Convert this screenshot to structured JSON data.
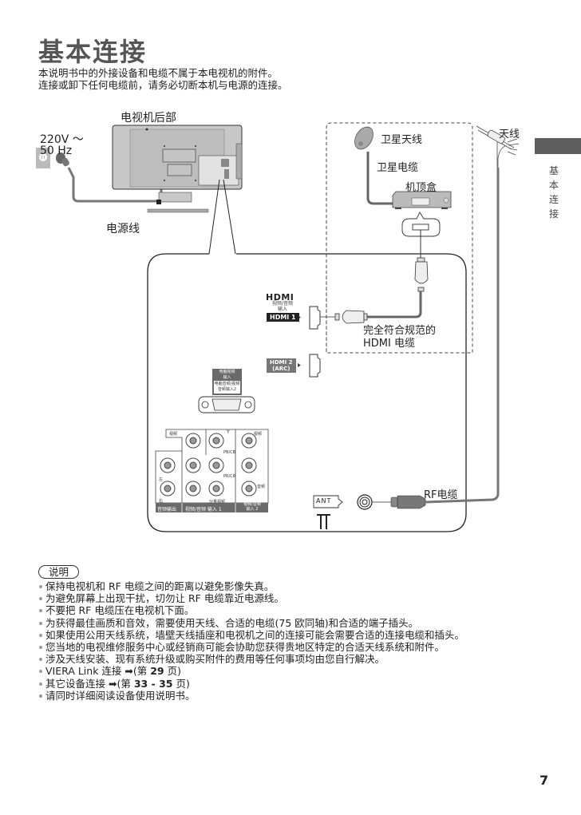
{
  "page": {
    "title": "基本连接",
    "intro": [
      "本说明书中的外接设备和电缆不属于本电视机的附件。",
      "连接或卸下任何电缆前，请务必切断本机与电源的连接。"
    ],
    "page_number": "7"
  },
  "sidebar": {
    "section_label": "基本连接",
    "accent_color": "#5e5e5e"
  },
  "diagram": {
    "tv_rear_label": "电视机后部",
    "power_spec_line1": "220V ～",
    "power_spec_line2": "50 Hz",
    "power_cord_label": "电源线",
    "satellite_antenna_label": "卫星天线",
    "satellite_cable_label": "卫星电缆",
    "settop_box_label": "机顶盒",
    "antenna_label": "天线",
    "hdmi_cable_label_line1": "完全符合规范的",
    "hdmi_cable_label_line2": "HDMI 电缆",
    "rf_cable_label": "RF电缆",
    "hdmi_logo": "HDMI",
    "hdmi_input_caption_line1": "视频/音频",
    "hdmi_input_caption_line2": "输入",
    "hdmi1_label": "HDMI 1",
    "hdmi2_label_line1": "HDMI 2",
    "hdmi2_label_line2": "(ARC)",
    "pc_input_label_line1": "电脑视频",
    "pc_input_label_line2": "输入",
    "pc_audio_label_line1": "电脑音频/视频",
    "pc_audio_label_line2": "音频输入2",
    "ant_label": "ANT",
    "rca": {
      "video_left": "视频",
      "video_right": "视频",
      "y": "Y",
      "pb": "PB/CB",
      "pr": "PR/CR",
      "left": "左",
      "right": "右",
      "audio": "音频",
      "component": "分量视频",
      "audio_out": "音频输出",
      "av_in1": "视频/音频 输入 1",
      "av_in2_line1": "视频/音频",
      "av_in2_line2": "输入 2"
    },
    "colors": {
      "line": "#333333",
      "cable_grey": "#777777",
      "panel_grey": "#6a6a6a"
    }
  },
  "notes": {
    "tag": "说明",
    "items": [
      {
        "text": "保持电视机和 RF 电缆之间的距离以避免影像失真。"
      },
      {
        "text": "为避免屏幕上出现干扰，切勿让 RF 电缆靠近电源线。"
      },
      {
        "text": "不要把 RF 电缆压在电视机下面。"
      },
      {
        "text": "为获得最佳画质和音效，需要使用天线、合适的电缆(75 欧同轴)和合适的端子插头。"
      },
      {
        "text": "如果使用公用天线系统，墙壁天线插座和电视机之间的连接可能会需要合适的连接电缆和插头。"
      },
      {
        "text": "您当地的电视维修服务中心或经销商可能会协助您获得贵地区特定的合适天线系统和附件。"
      },
      {
        "text": "涉及天线安装、现有系统升级或购买附件的费用等任何事项均由您自行解决。"
      },
      {
        "prefix": "VIERA Link 连接 ➡(第 ",
        "bold": "29",
        "suffix": " 页)"
      },
      {
        "prefix": "其它设备连接 ➡(第 ",
        "bold": "33 - 35",
        "suffix": " 页)"
      },
      {
        "text": "请同时详细阅读设备使用说明书。"
      }
    ]
  }
}
